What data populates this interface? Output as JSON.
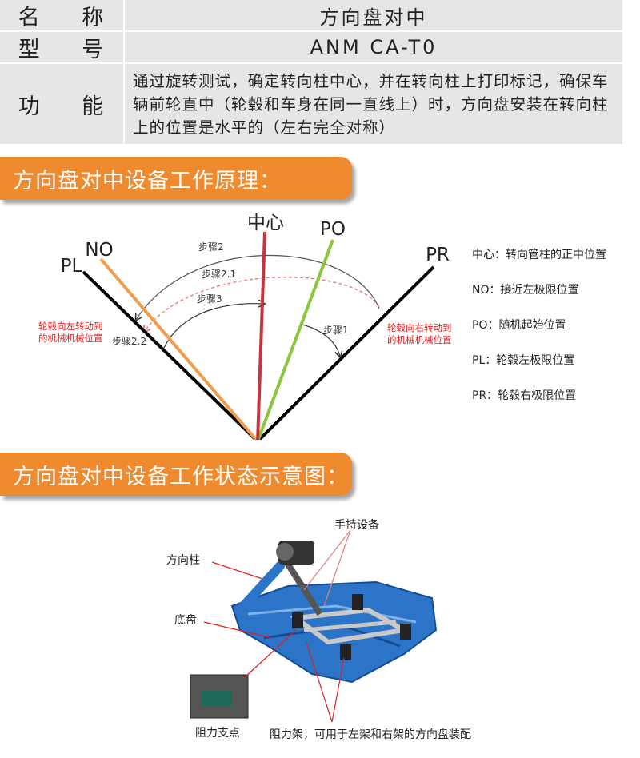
{
  "spec": {
    "name_label": "名 称",
    "name_value": "方向盘对中",
    "model_label": "型 号",
    "model_value": "ANM CA-T0",
    "function_label": "功 能",
    "function_value": "通过旋转测试，确定转向柱中心，并在转向柱上打印标记，确保车辆前轮直中（轮毂和车身在同一直线上）时，方向盘安装在转向柱上的位置是水平的（左右完全对称）"
  },
  "section1": {
    "title": "方向盘对中设备工作原理："
  },
  "diagram": {
    "lines": {
      "center": "中心",
      "po": "PO",
      "no": "NO",
      "pl": "PL",
      "pr": "PR"
    },
    "steps": {
      "step2": "步骤2",
      "step21": "步骤2.1",
      "step3": "步骤3",
      "step1": "步骤1",
      "step22": "步骤2.2"
    },
    "notes": {
      "left_1": "轮毂向左转动到",
      "left_2": "的机械机械位置",
      "right_1": "轮毂向右转动到",
      "right_2": "的机械机械位置"
    },
    "colors": {
      "center": "#c8343e",
      "po": "#8cc63f",
      "no": "#f39c4f",
      "pl_pr": "#000000",
      "note": "#e02020"
    }
  },
  "legend": {
    "items": [
      "中心：转向管柱的正中位置",
      "NO：接近左极限位置",
      "PO：随机起始位置",
      "PL：轮毂左极限位置",
      "PR：轮毂右极限位置"
    ]
  },
  "section2": {
    "title": "方向盘对中设备工作状态示意图："
  },
  "figure": {
    "handheld": "手持设备",
    "column": "方向柱",
    "chassis": "底盘",
    "support": "阻力支点",
    "frame": "阻力架，可用于左架和右架的方向盘装配"
  }
}
